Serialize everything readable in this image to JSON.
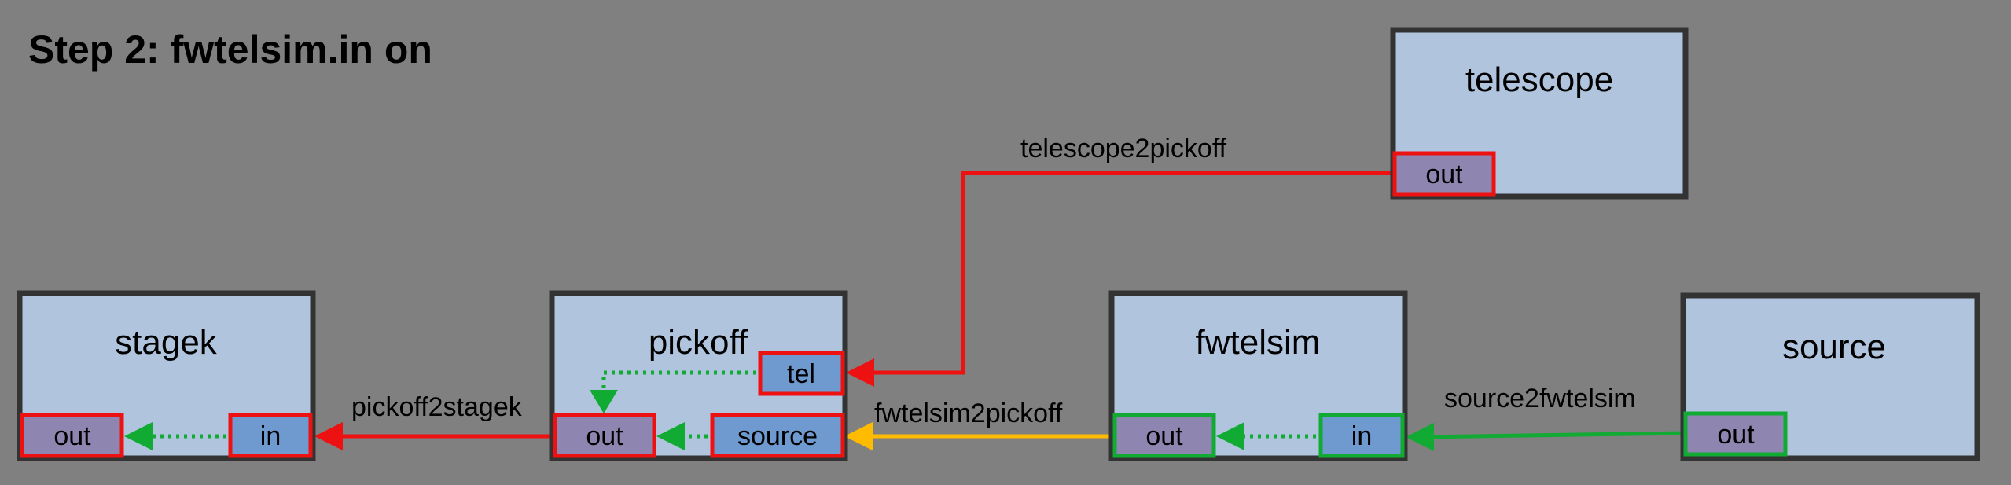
{
  "title": "Step 2: fwtelsim.in on",
  "components": {
    "telescope": {
      "name": "telescope",
      "ports": {
        "out": "out"
      }
    },
    "stagek": {
      "name": "stagek",
      "ports": {
        "out": "out",
        "in": "in"
      }
    },
    "pickoff": {
      "name": "pickoff",
      "ports": {
        "tel": "tel",
        "out": "out",
        "source": "source"
      }
    },
    "fwtelsim": {
      "name": "fwtelsim",
      "ports": {
        "out": "out",
        "in": "in"
      }
    },
    "source": {
      "name": "source",
      "ports": {
        "out": "out"
      }
    }
  },
  "connections": {
    "telescope2pickoff": {
      "label": "telescope2pickoff",
      "color": "#ee1111"
    },
    "pickoff2stagek": {
      "label": "pickoff2stagek",
      "color": "#ee1111"
    },
    "fwtelsim2pickoff": {
      "label": "fwtelsim2pickoff",
      "color": "#ffbb00"
    },
    "source2fwtelsim": {
      "label": "source2fwtelsim",
      "color": "#11aa33"
    }
  },
  "colors": {
    "background": "#808080",
    "component_fill": "#b0c4de",
    "component_border": "#333333",
    "out_port_fill": "#8e86b0",
    "in_port_fill": "#6e9ad0",
    "active_red": "#ee1111",
    "active_green": "#11aa33",
    "pending_yellow": "#ffbb00"
  }
}
